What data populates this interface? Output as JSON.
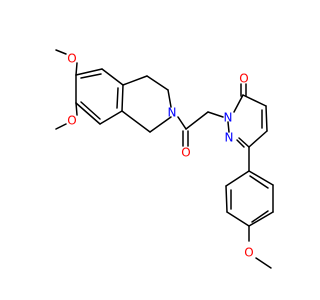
{
  "molecule": {
    "atom_labels": {
      "o1": "O",
      "o2": "O",
      "n1": "N",
      "o3": "O",
      "n2": "N",
      "n3": "N",
      "o4": "O",
      "o5": "O"
    }
  },
  "colors": {
    "bond": "#000000",
    "oxygen": "#ff0000",
    "nitrogen": "#0000ff",
    "background": "#ffffff"
  }
}
